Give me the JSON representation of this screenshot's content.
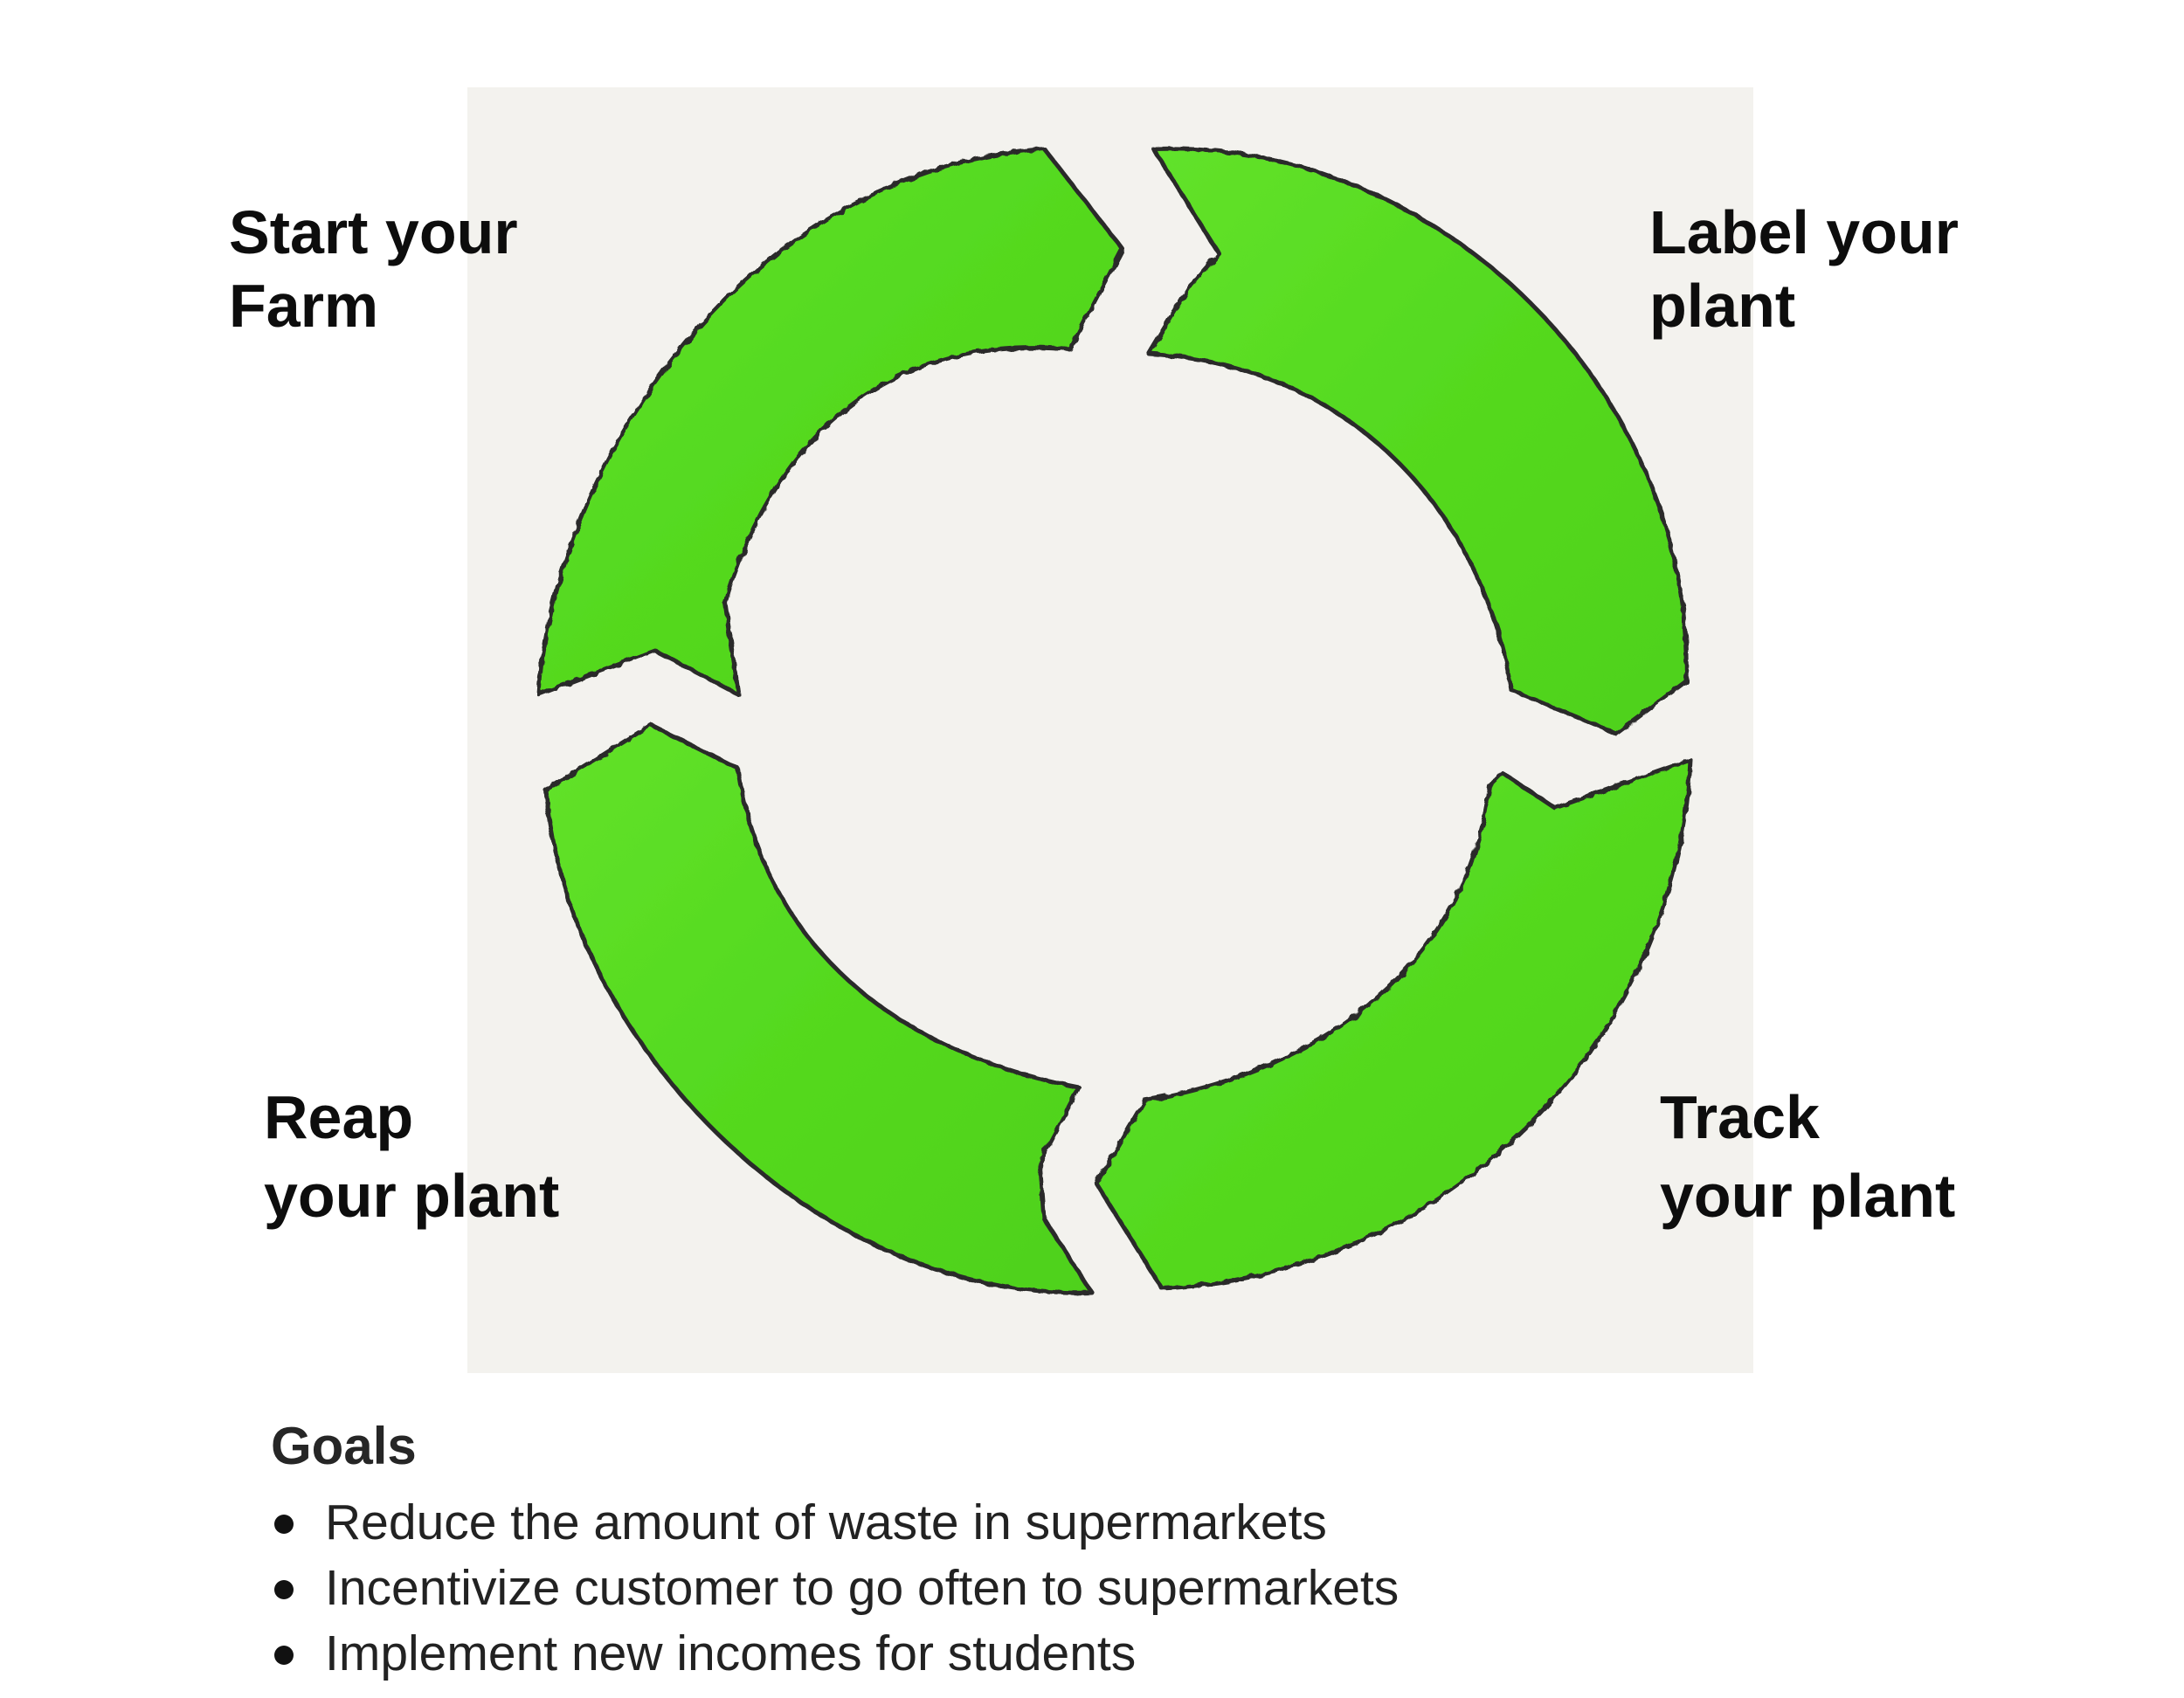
{
  "stages": [
    {
      "id": "start",
      "lines": [
        "Start your",
        "Farm"
      ]
    },
    {
      "id": "label",
      "lines": [
        "Label your",
        "plant"
      ]
    },
    {
      "id": "track",
      "lines": [
        "Track",
        "your plant"
      ]
    },
    {
      "id": "reap",
      "lines": [
        "Reap",
        "your plant"
      ]
    }
  ],
  "goals": {
    "title": "Goals",
    "items": [
      "Reduce the amount of waste in supermarkets",
      "Incentivize customer to go often to supermarkets",
      "Implement new incomes for students"
    ]
  },
  "colors": {
    "arrow_fill": "#57dd22",
    "arrow_stroke": "#2a2a2a",
    "paper": "#f3f2ee",
    "text": "#0d0d0d"
  },
  "icons": [
    "cycle-arrow-icon"
  ]
}
